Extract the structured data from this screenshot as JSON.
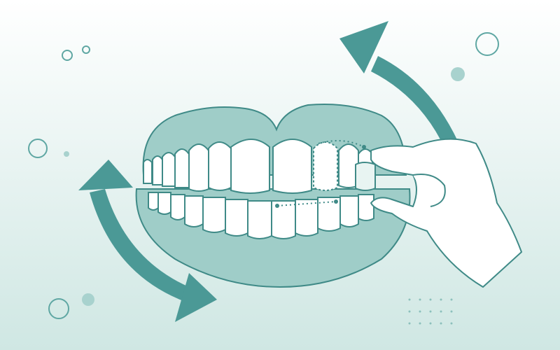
{
  "illustration": {
    "subject": "dentures-with-hand-adjusting-aligner",
    "colors": {
      "background_top": "#ffffff",
      "background_bottom": "#cfe7e3",
      "arrow": "#4b9996",
      "gum": "#9fcdc8",
      "gum_dark": "#7fb8b3",
      "outline": "#3f8a87",
      "tooth": "#ffffff",
      "decor_circle": "#5fa7a3"
    },
    "icons": [
      "rotate-arrow-top-right",
      "rotate-arrow-bottom-left",
      "hand-icon"
    ]
  }
}
